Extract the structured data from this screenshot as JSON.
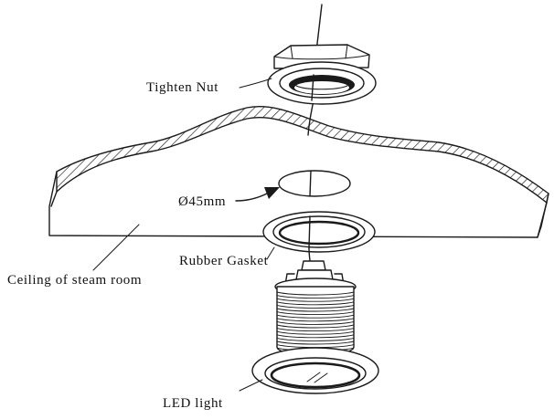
{
  "labels": {
    "tighten_nut": "Tighten Nut",
    "diameter": "Ø45mm",
    "rubber_gasket": "Rubber Gasket",
    "ceiling": "Ceiling of steam room",
    "led_light": "LED light"
  }
}
